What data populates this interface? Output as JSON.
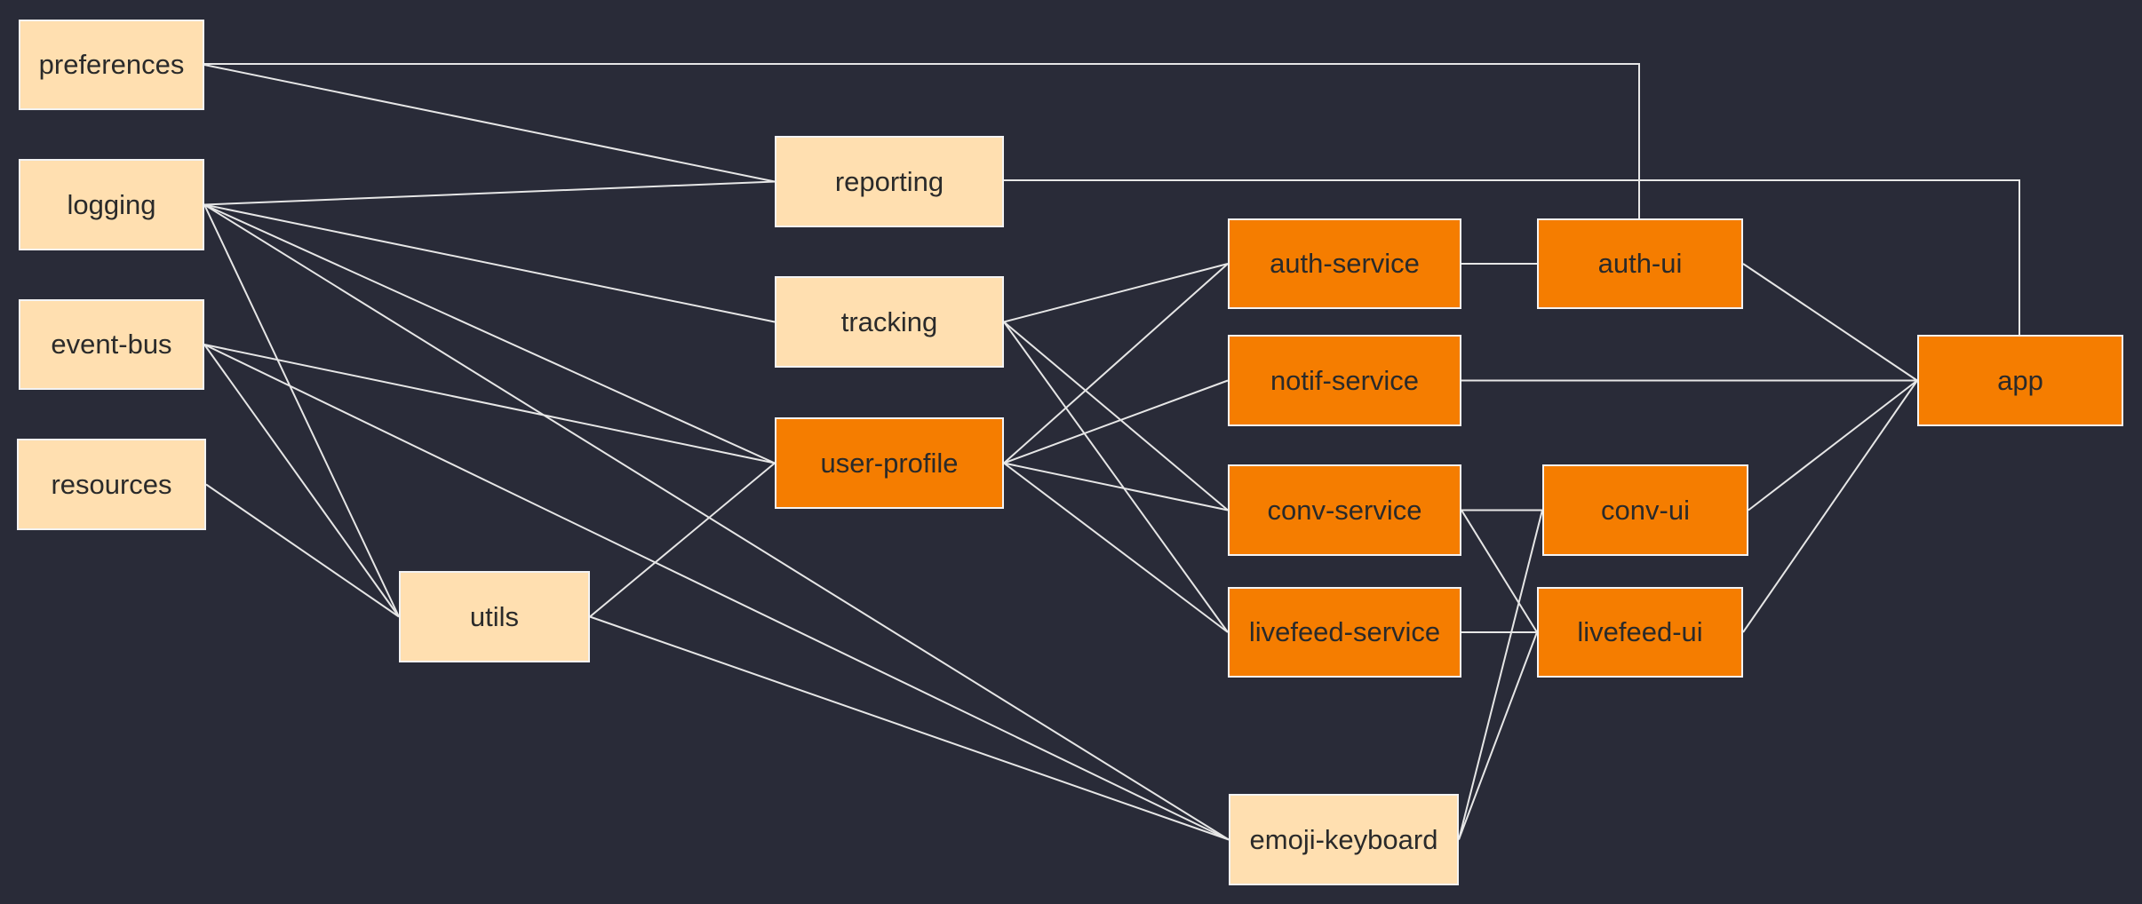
{
  "colors": {
    "background": "#292b38",
    "node_light": "#ffdfb0",
    "node_orange": "#f57d00",
    "edge": "#e6e6e6"
  },
  "nodes": {
    "preferences": {
      "label": "preferences",
      "style": "light"
    },
    "logging": {
      "label": "logging",
      "style": "light"
    },
    "event_bus": {
      "label": "event-bus",
      "style": "light"
    },
    "resources": {
      "label": "resources",
      "style": "light"
    },
    "utils": {
      "label": "utils",
      "style": "light"
    },
    "reporting": {
      "label": "reporting",
      "style": "light"
    },
    "tracking": {
      "label": "tracking",
      "style": "light"
    },
    "user_profile": {
      "label": "user-profile",
      "style": "orange"
    },
    "auth_service": {
      "label": "auth-service",
      "style": "orange"
    },
    "notif_service": {
      "label": "notif-service",
      "style": "orange"
    },
    "conv_service": {
      "label": "conv-service",
      "style": "orange"
    },
    "livefeed_service": {
      "label": "livefeed-service",
      "style": "orange"
    },
    "emoji_keyboard": {
      "label": "emoji-keyboard",
      "style": "light"
    },
    "auth_ui": {
      "label": "auth-ui",
      "style": "orange"
    },
    "conv_ui": {
      "label": "conv-ui",
      "style": "orange"
    },
    "livefeed_ui": {
      "label": "livefeed-ui",
      "style": "orange"
    },
    "app": {
      "label": "app",
      "style": "orange"
    }
  },
  "edges": [
    [
      "preferences",
      "reporting"
    ],
    [
      "preferences",
      "auth_ui"
    ],
    [
      "logging",
      "reporting"
    ],
    [
      "logging",
      "tracking"
    ],
    [
      "logging",
      "user_profile"
    ],
    [
      "logging",
      "utils"
    ],
    [
      "logging",
      "emoji_keyboard"
    ],
    [
      "event_bus",
      "user_profile"
    ],
    [
      "event_bus",
      "utils"
    ],
    [
      "event_bus",
      "emoji_keyboard"
    ],
    [
      "resources",
      "utils"
    ],
    [
      "utils",
      "user_profile"
    ],
    [
      "utils",
      "emoji_keyboard"
    ],
    [
      "reporting",
      "app"
    ],
    [
      "tracking",
      "auth_service"
    ],
    [
      "tracking",
      "conv_service"
    ],
    [
      "tracking",
      "livefeed_service"
    ],
    [
      "user_profile",
      "auth_service"
    ],
    [
      "user_profile",
      "notif_service"
    ],
    [
      "user_profile",
      "conv_service"
    ],
    [
      "user_profile",
      "livefeed_service"
    ],
    [
      "auth_service",
      "auth_ui"
    ],
    [
      "notif_service",
      "app"
    ],
    [
      "conv_service",
      "conv_ui"
    ],
    [
      "conv_service",
      "livefeed_ui"
    ],
    [
      "livefeed_service",
      "livefeed_ui"
    ],
    [
      "emoji_keyboard",
      "conv_ui"
    ],
    [
      "emoji_keyboard",
      "livefeed_ui"
    ],
    [
      "auth_ui",
      "app"
    ],
    [
      "conv_ui",
      "app"
    ],
    [
      "livefeed_ui",
      "app"
    ]
  ]
}
